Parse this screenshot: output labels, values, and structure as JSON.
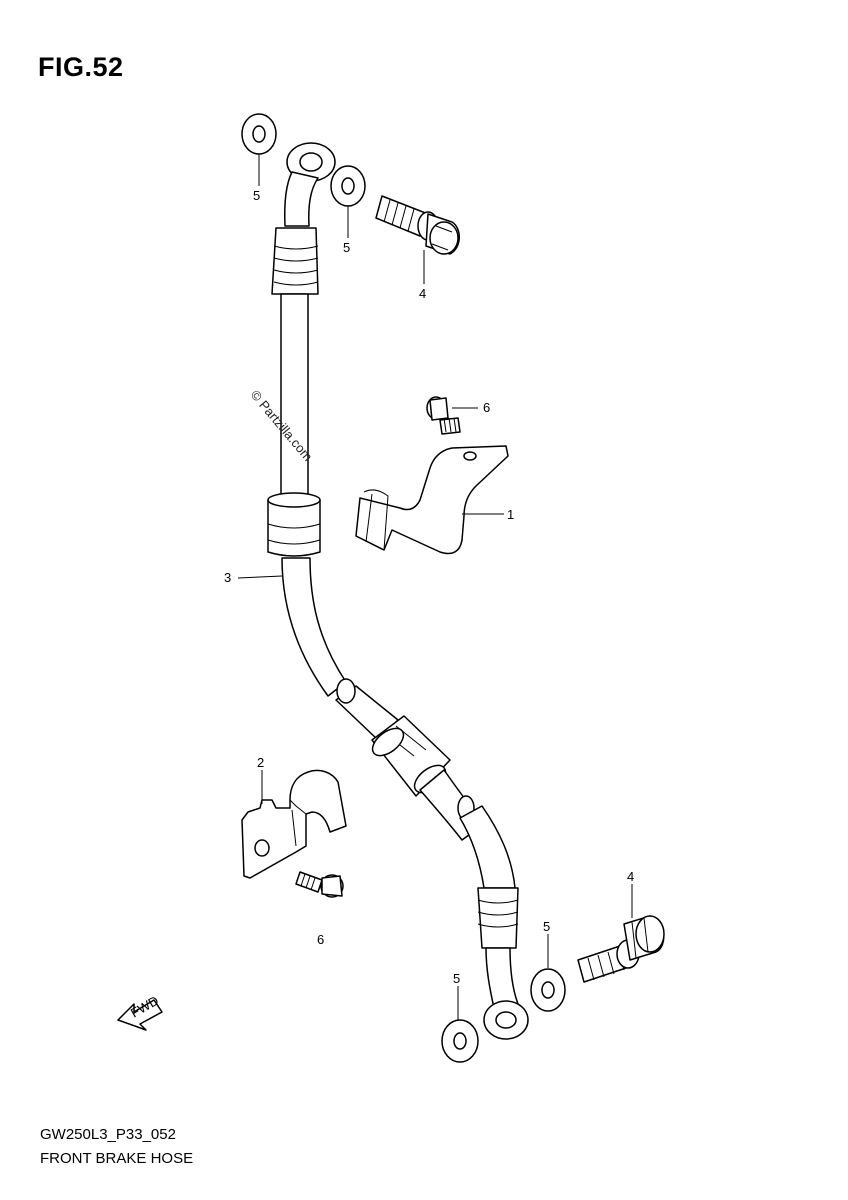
{
  "figure": {
    "title": "FIG.52",
    "watermark": "© Partzilla.com",
    "code": "GW250L3_P33_052",
    "name": "FRONT BRAKE HOSE"
  },
  "callouts": {
    "c1": "1",
    "c2": "2",
    "c3": "3",
    "c4_top": "4",
    "c4_bottom": "4",
    "c5_top_left": "5",
    "c5_top_right": "5",
    "c5_bottom_left": "5",
    "c5_bottom_right": "5",
    "c6_top": "6",
    "c6_bottom": "6"
  },
  "direction_arrow": {
    "label": "FWD"
  }
}
